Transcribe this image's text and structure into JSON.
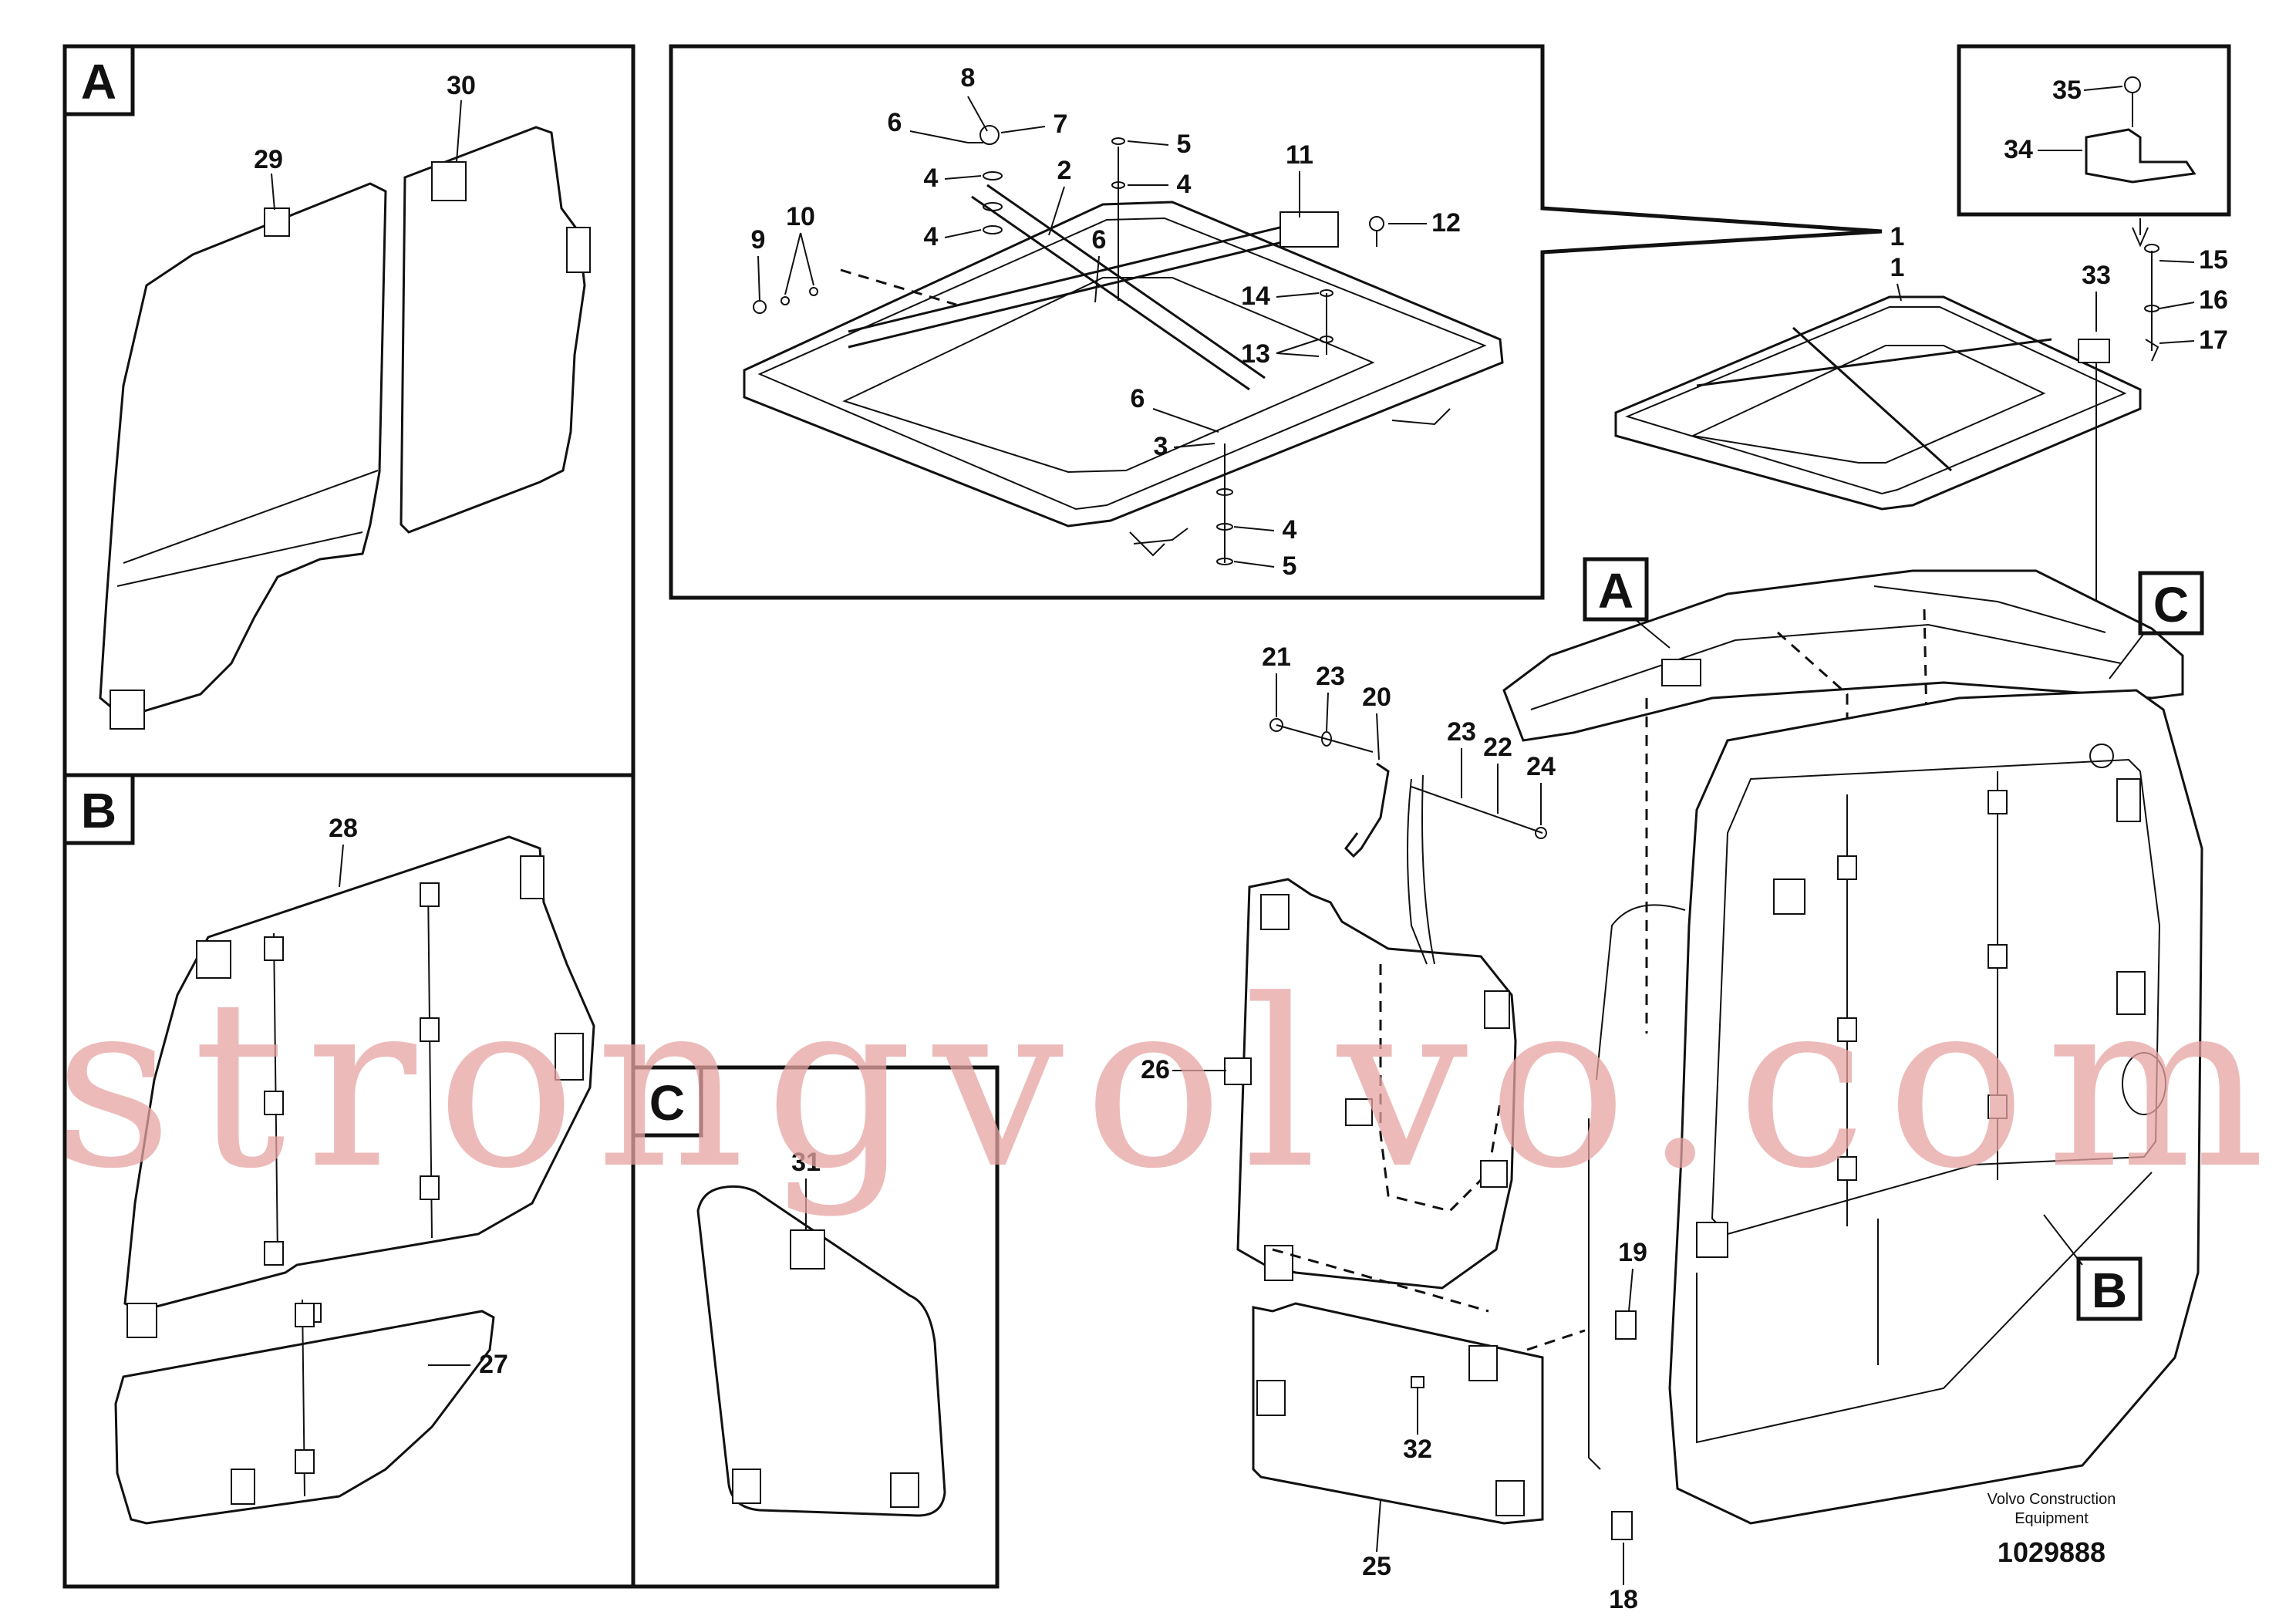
{
  "diagram": {
    "views": [
      {
        "id": "A",
        "label": "A"
      },
      {
        "id": "B",
        "label": "B"
      },
      {
        "id": "C",
        "label": "C"
      }
    ],
    "callouts_main": {
      "A": "A",
      "B": "B",
      "C": "C"
    },
    "parts": {
      "p1": "1",
      "p2": "2",
      "p3": "3",
      "p4a": "4",
      "p4b": "4",
      "p4c": "4",
      "p4d": "4",
      "p5a": "5",
      "p5b": "5",
      "p6a": "6",
      "p6b": "6",
      "p6c": "6",
      "p7": "7",
      "p8": "8",
      "p9": "9",
      "p10": "10",
      "p11": "11",
      "p12": "12",
      "p13": "13",
      "p14": "14",
      "p15": "15",
      "p16": "16",
      "p17": "17",
      "p18": "18",
      "p19": "19",
      "p20": "20",
      "p21": "21",
      "p22": "22",
      "p23a": "23",
      "p23b": "23",
      "p24": "24",
      "p25": "25",
      "p26": "26",
      "p27": "27",
      "p28": "28",
      "p29": "29",
      "p30": "30",
      "p31": "31",
      "p32": "32",
      "p33": "33",
      "p34": "34",
      "p35": "35",
      "p1b": "1"
    },
    "footer": {
      "company_line1": "Volvo Construction",
      "company_line2": "Equipment",
      "drawing_number": "1029888"
    },
    "watermark": "strongvolvo.com"
  }
}
